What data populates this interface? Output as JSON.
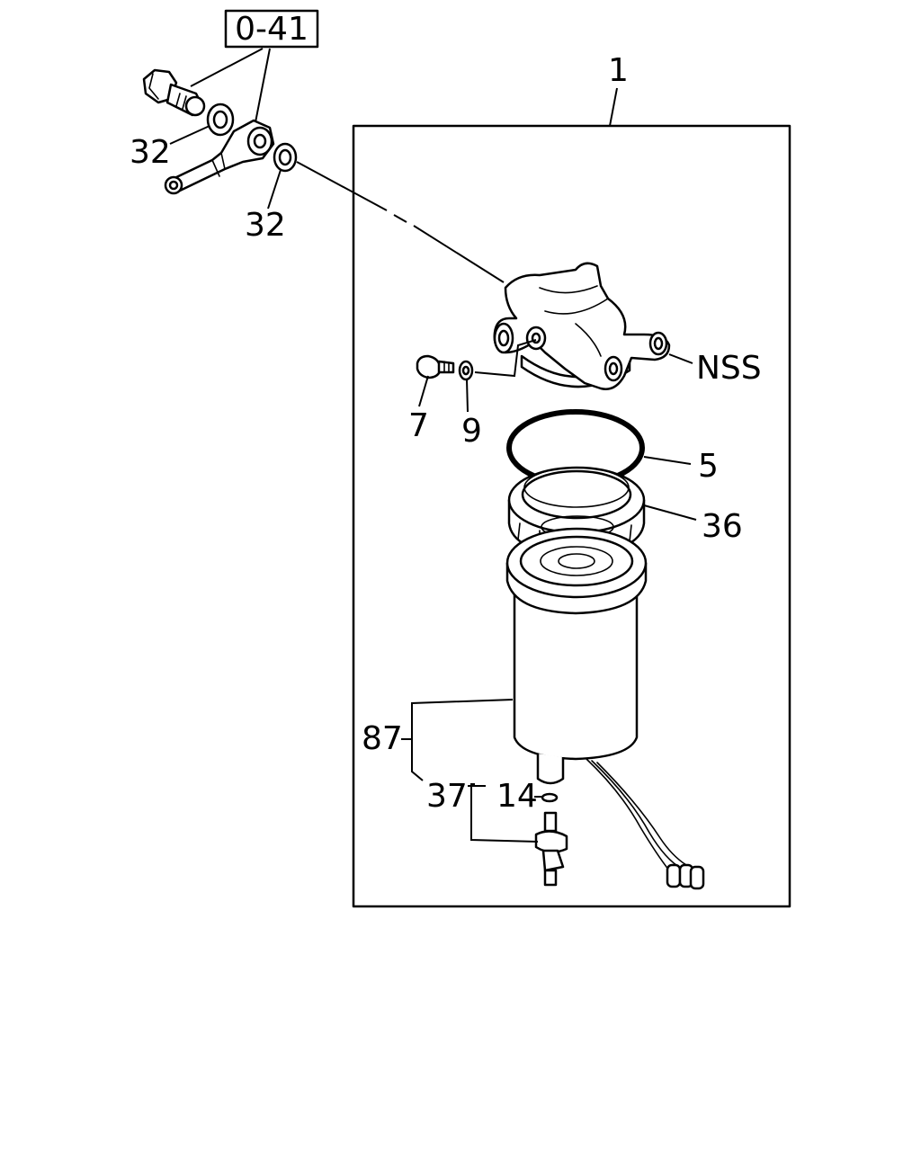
{
  "diagram": {
    "reference_box": "0-41",
    "callouts": {
      "c1": "1",
      "c32a": "32",
      "c32b": "32",
      "c7": "7",
      "c9": "9",
      "c5": "5",
      "c36": "36",
      "c87": "87",
      "c37": "37",
      "c14": "14",
      "nss": "NSS"
    }
  }
}
